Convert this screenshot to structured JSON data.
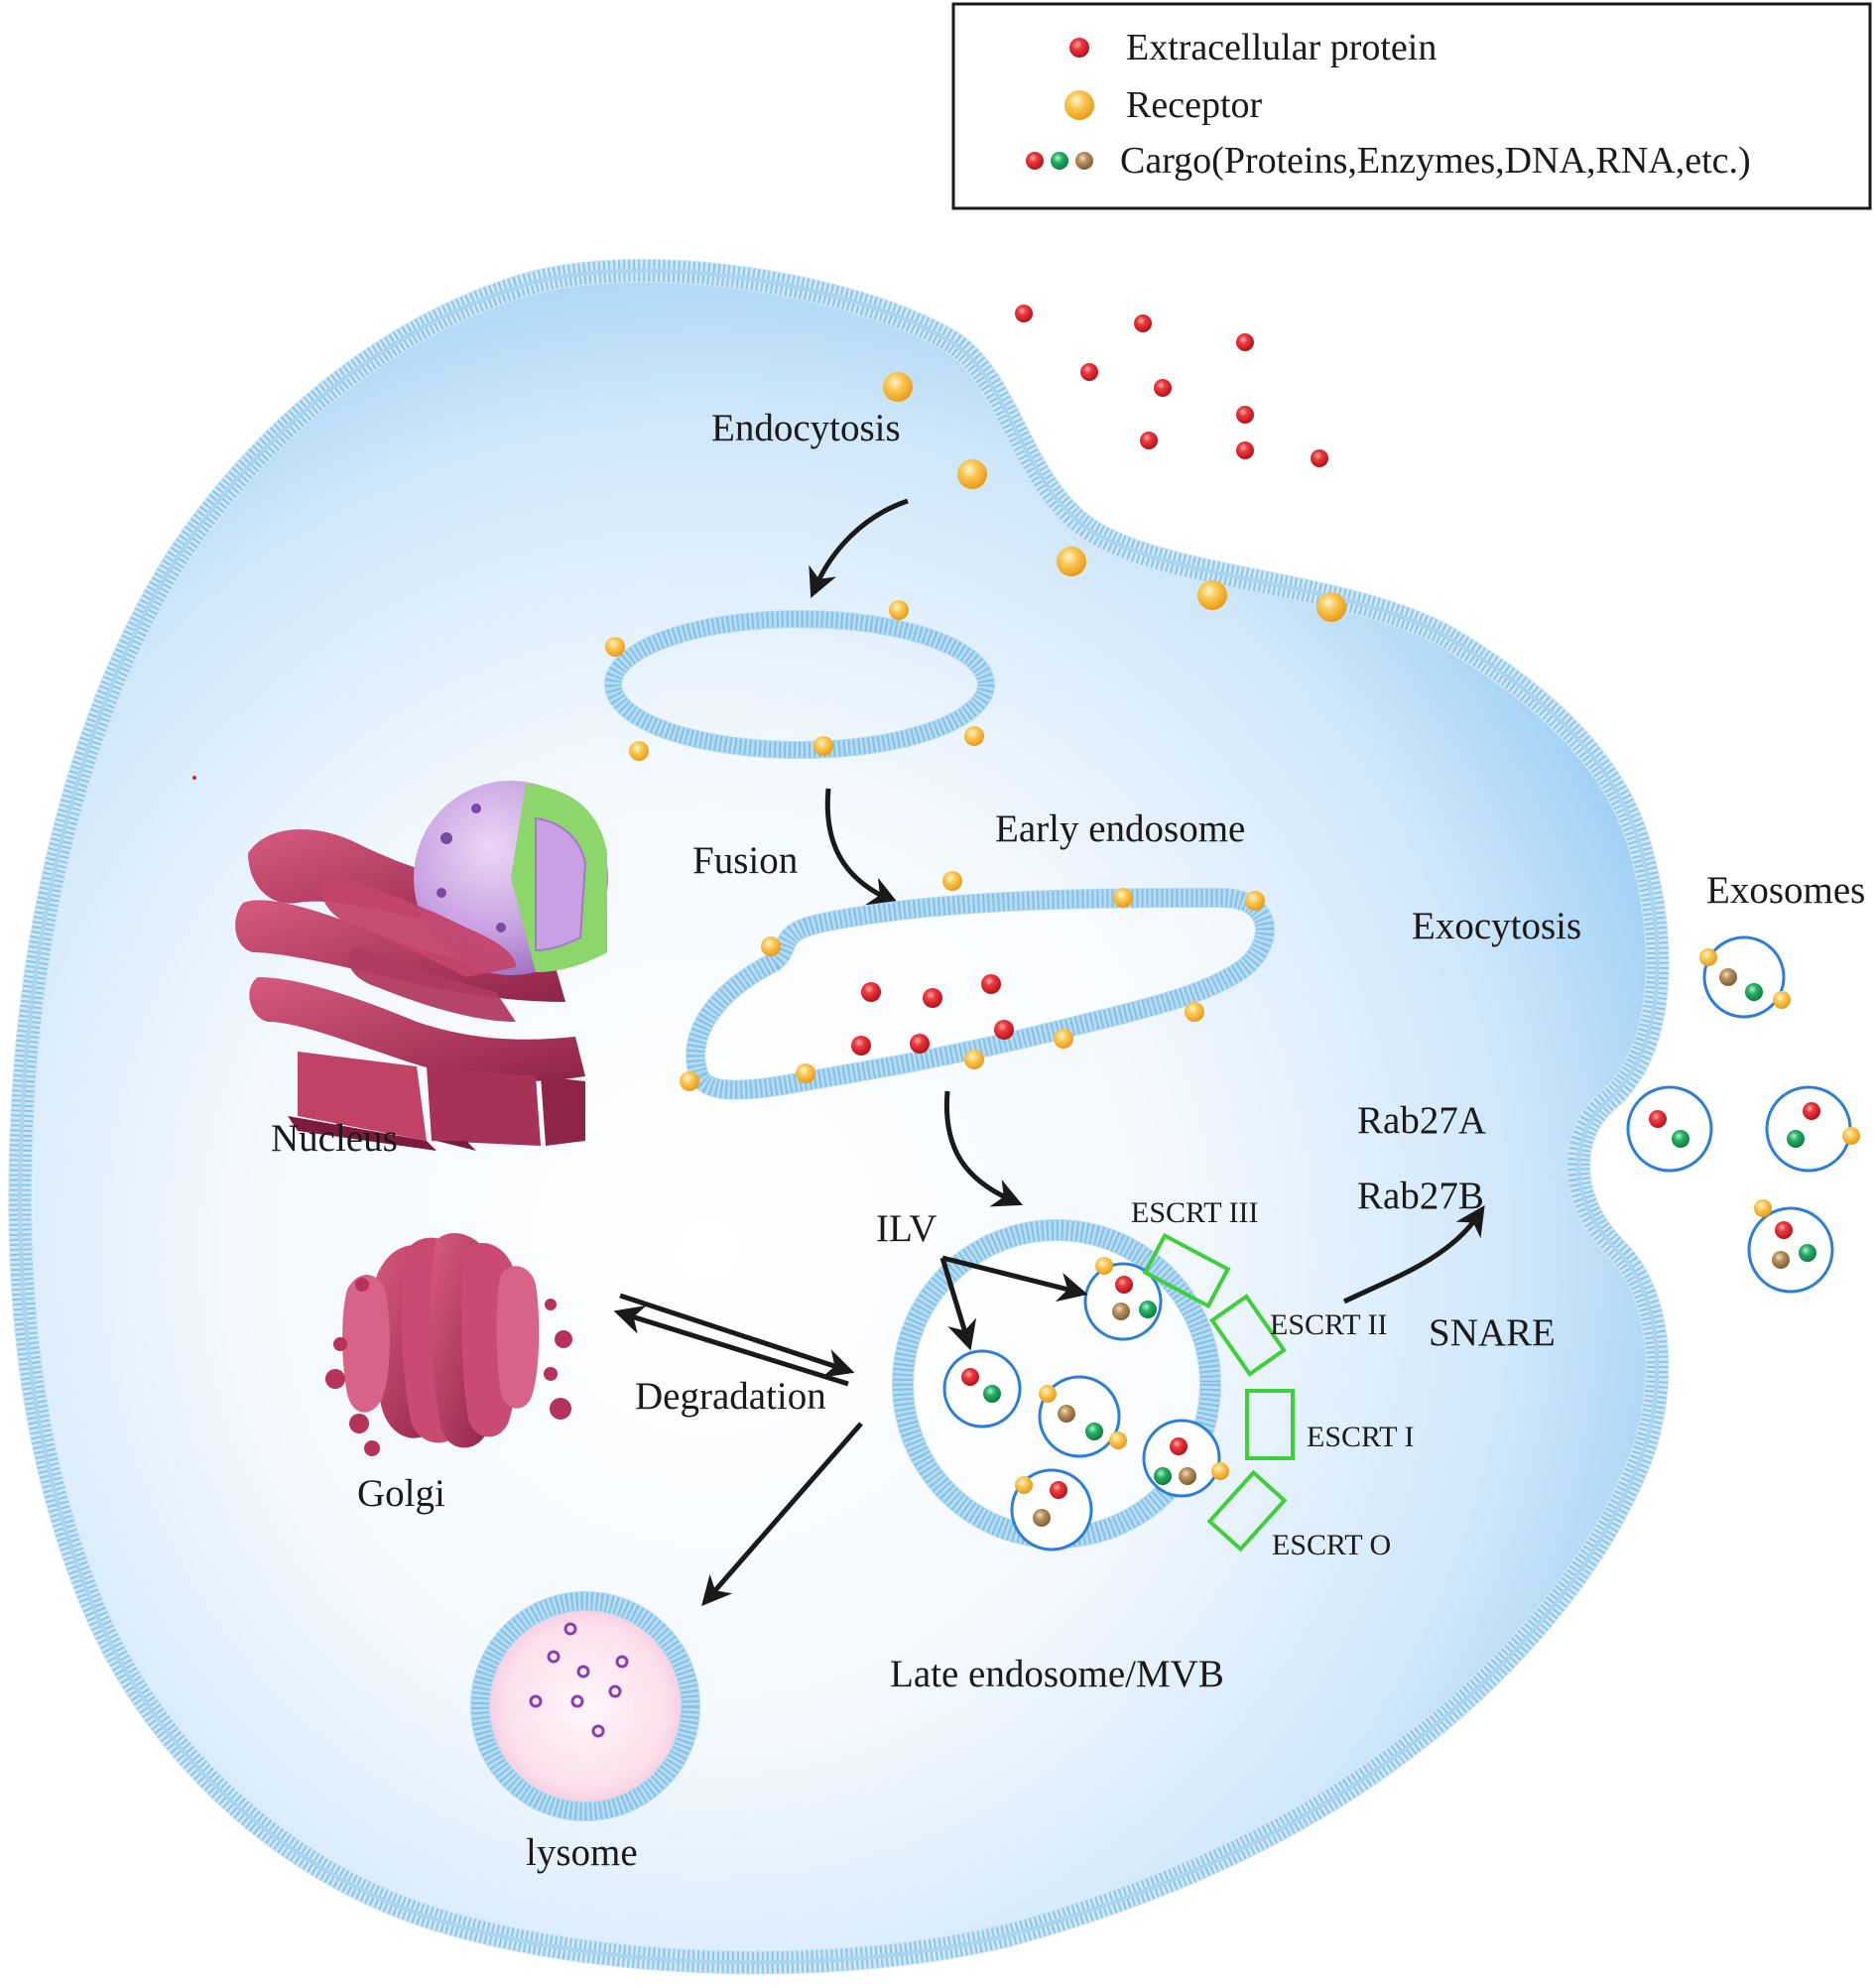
{
  "legend": {
    "items": [
      {
        "label": "Extracellular protein",
        "icon": "red-dot-icon"
      },
      {
        "label": "Receptor",
        "icon": "yellow-dot-icon"
      },
      {
        "label": "Cargo(Proteins,Enzymes,DNA,RNA,etc.)",
        "icon": "cargo-dots-icon"
      }
    ]
  },
  "labels": {
    "endocytosis": "Endocytosis",
    "fusion": "Fusion",
    "early_endosome": "Early endosome",
    "nucleus": "Nucleus",
    "exocytosis": "Exocytosis",
    "exosomes": "Exosomes",
    "rab27a": "Rab27A",
    "rab27b": "Rab27B",
    "snare": "SNARE",
    "ilv": "ILV",
    "escrt3": "ESCRT III",
    "escrt2": "ESCRT II",
    "escrt1": "ESCRT I",
    "escrt0": "ESCRT O",
    "golgi": "Golgi",
    "degradation": "Degradation",
    "late_endosome": "Late endosome/MVB",
    "lysosome": "lysome"
  },
  "colors": {
    "membrane": "#a8d4ee",
    "membrane_dark": "#7fbde3",
    "cytoplasm_edge": "#8fcaf2",
    "protein_red": "#e0202a",
    "receptor_yellow": "#f7b733",
    "cargo_green": "#1f9e58",
    "cargo_brown": "#a88455",
    "escrt_green": "#3fcf3a",
    "ilv_blue": "#2d7ed8",
    "organelle_pink": "#b8365b",
    "nucleus_purple": "#c9a4e0",
    "nucleus_green": "#8cd66b",
    "lysosome_pink": "#f8d6e6",
    "lysosome_dot": "#8a3fb0",
    "arrow": "#1a1a1a"
  }
}
